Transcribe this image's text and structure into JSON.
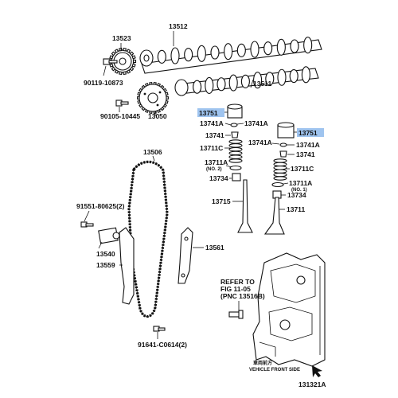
{
  "labels": {
    "camshaft_exhaust": "13512",
    "camshaft_intake": "13511",
    "sprocket": "13523",
    "bolt_sprocket": "90119-10873",
    "vvt_gear": "13050",
    "bolt_vvt": "90105-10445",
    "lifter_left": "13751",
    "lifter_right": "13751",
    "shim_left": "13741A",
    "shim_left_b": "13741A",
    "keeper_left": "13741",
    "shim_right": "13741A",
    "shim_right_b": "13741A",
    "keeper_right": "13741",
    "spring_left": "13711C",
    "spring_right": "13711C",
    "retainer_left": "13711A",
    "retainer_left_sub": "(NO. 2)",
    "retainer_right": "13711A",
    "retainer_right_sub": "(NO. 1)",
    "seal_left": "13734",
    "seal_right": "13734",
    "valve_left": "13715",
    "valve_right": "13711",
    "chain": "13506",
    "bolt_tensioner": "91551-80625(2)",
    "tensioner": "13540",
    "slipper": "13559",
    "damper": "13561",
    "bolt_damper": "91641-C0614(2)"
  },
  "refer": {
    "line1": "REFER TO",
    "line2": "FIG 11-05",
    "line3": "(PNC 13516B)"
  },
  "front_side": {
    "jp": "車両前方",
    "en": "VEHICLE FRONT SIDE"
  },
  "figure_id": "131321A",
  "colors": {
    "highlight": "#9fc4ef",
    "ink": "#111111"
  }
}
